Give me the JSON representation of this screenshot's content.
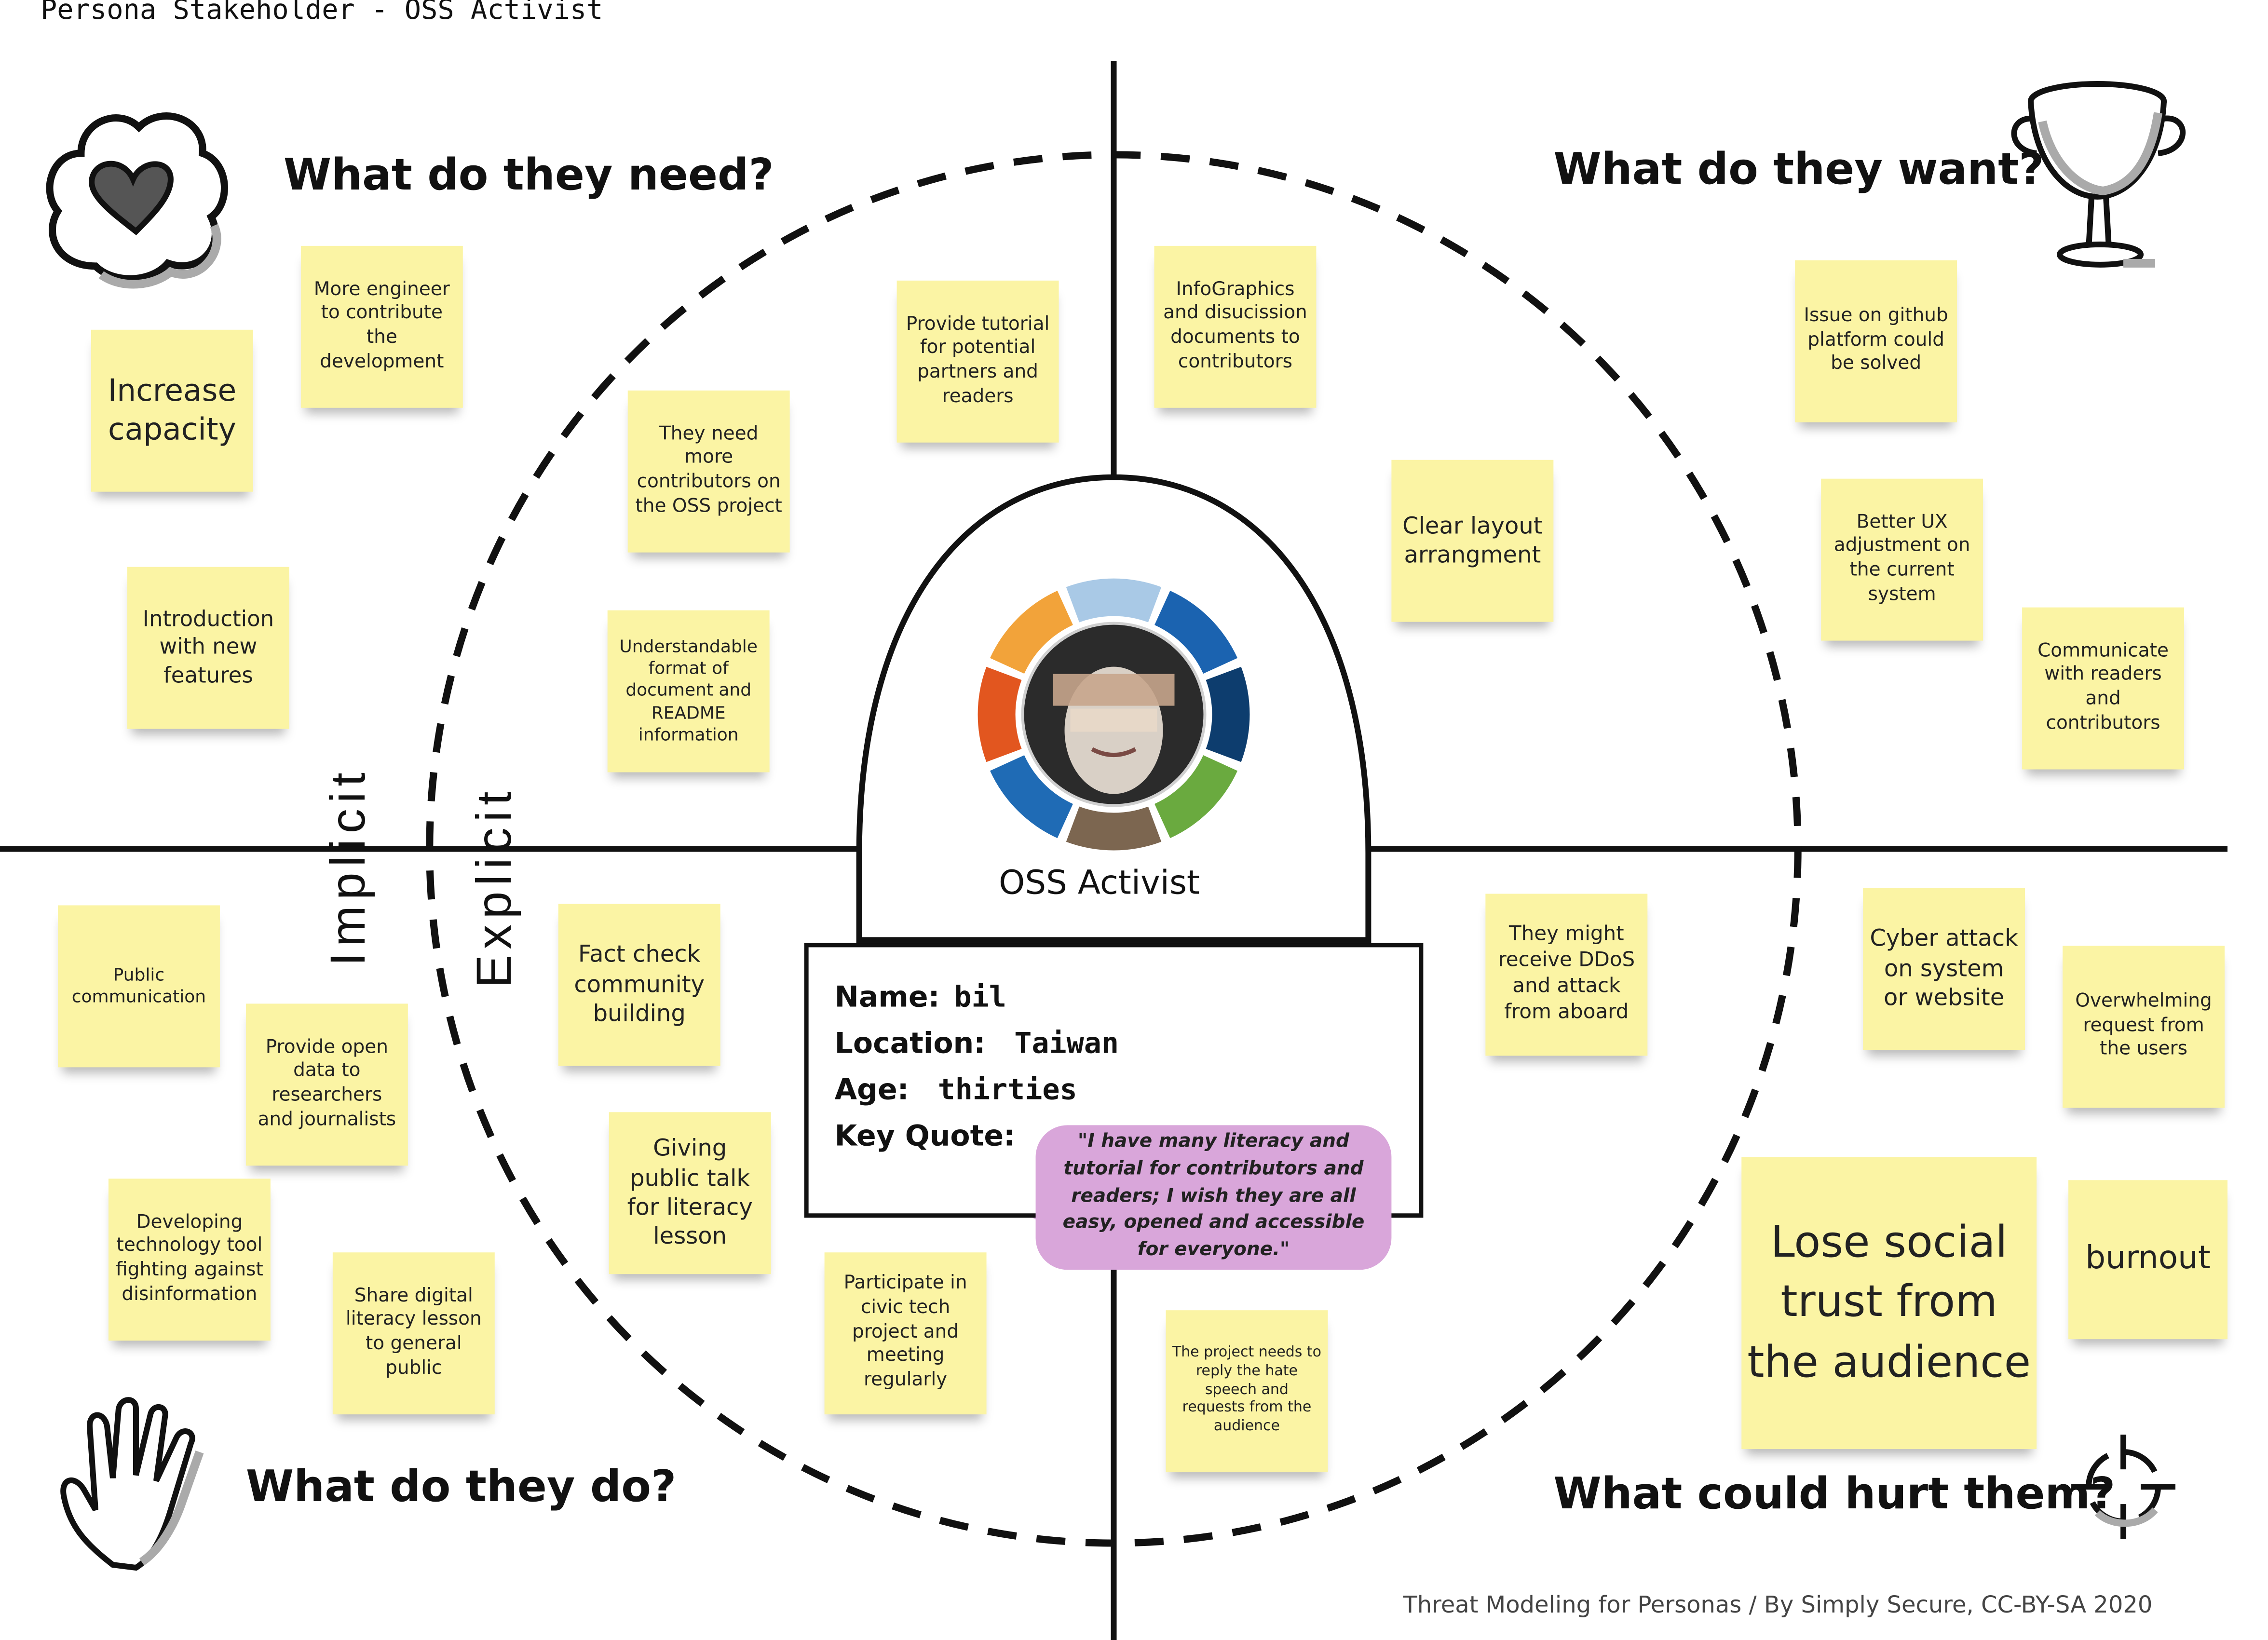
{
  "header": {
    "title": "Persona Stakeholder - OSS Activist"
  },
  "quadrants": {
    "need": "What do they need?",
    "want": "What do they want?",
    "do": "What do they do?",
    "hurt": "What could hurt them?"
  },
  "axes": {
    "implicit": "Implicit",
    "explicit": "Explicit"
  },
  "persona": {
    "label": "OSS Activist",
    "name_key": "Name:",
    "name": "bil",
    "location_key": "Location:",
    "location": "Taiwan",
    "age_key": "Age:",
    "age": "thirties",
    "quote_key": "Key Quote:",
    "quote": "\"I have many literacy and tutorial for contributors and readers; I wish they are all easy, opened and accessible for everyone.\""
  },
  "notes": {
    "increase_capacity": "Increase capacity",
    "more_engineer": "More engineer to contribute the development",
    "introduction_features": "Introduction with new features",
    "more_contributors": "They need more contributors on the OSS project",
    "provide_tutorial": "Provide tutorial for potential partners and readers",
    "understandable_format": "Understandable format of document and README information",
    "infographics": "InfoGraphics and disucission documents to contributors",
    "clear_layout": "Clear layout arrangment",
    "issue_github": "Issue on github platform could be solved",
    "better_ux": "Better UX adjustment on the current system",
    "communicate": "Communicate with readers and contributors",
    "public_communication": "Public communication",
    "provide_open_data": "Provide open data to researchers and journalists",
    "developing_technology": "Developing technology tool fighting against disinformation",
    "share_digital": "Share digital literacy lesson to general public",
    "fact_check": "Fact check community building",
    "giving_public_talk": "Giving public talk for literacy lesson",
    "participate_civic": "Participate in civic tech project and meeting regularly",
    "ddos": "They might receive DDoS and attack from aboard",
    "cyber_attack": "Cyber attack on system or website",
    "overwhelming": "Overwhelming request from the users",
    "lose_trust": "Lose social trust from the audience",
    "burnout": "burnout",
    "hate_speech": "The project needs to reply the hate speech and requests from the audience"
  },
  "footer": {
    "credit": "Threat Modeling for Personas / By Simply Secure, CC-BY-SA 2020"
  },
  "colors": {
    "sticky": "#fbf4a4",
    "quote_bubble": "#d9a6da",
    "ring": [
      "#a9c9e6",
      "#1b63b0",
      "#0d3d6e",
      "#6aaa3f",
      "#7c6650",
      "#1f6bb5",
      "#e2561f",
      "#f2a33a"
    ]
  },
  "icons": [
    "heart-cloud-icon",
    "trophy-cup-icon",
    "hand-icon",
    "target-crosshair-icon"
  ]
}
